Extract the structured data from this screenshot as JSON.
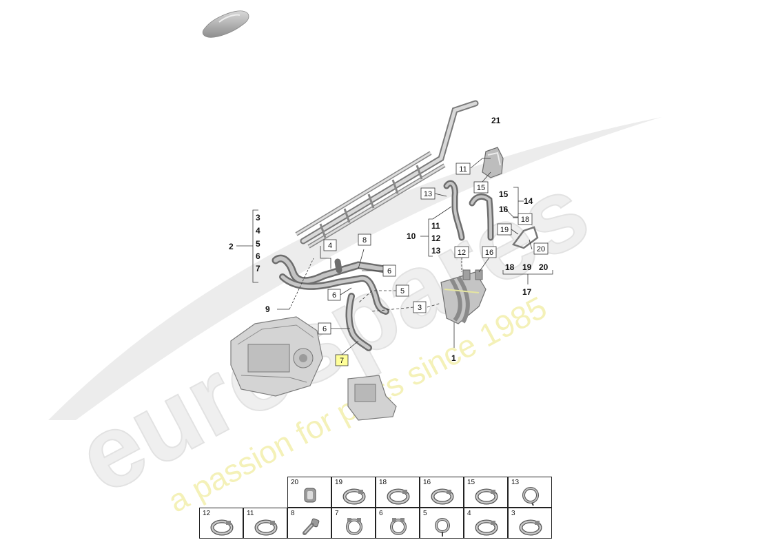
{
  "watermark": {
    "brand": "eurospares",
    "tagline": "a passion for parts since 1985"
  },
  "callouts": {
    "main_1": "1",
    "main_2": "2",
    "main_9": "9",
    "main_10": "10",
    "main_14": "14",
    "main_17": "17",
    "main_21": "21",
    "group_2": [
      "3",
      "4",
      "5",
      "6",
      "7"
    ],
    "group_10": [
      "11",
      "12",
      "13"
    ],
    "group_14": [
      "15",
      "16"
    ],
    "group_17": [
      "18",
      "19",
      "20"
    ]
  },
  "boxes": {
    "b4": "4",
    "b8": "8",
    "b6a": "6",
    "b6b": "6",
    "b5": "5",
    "b3": "3",
    "b6c": "6",
    "b7": "7",
    "b11": "11",
    "b13": "13",
    "b12": "12",
    "b15": "15",
    "b16": "16",
    "b18": "18",
    "b19": "19",
    "b20": "20"
  },
  "parts_table": {
    "row1": [
      {
        "num": "20",
        "icon": "rubber-grommet-icon"
      },
      {
        "num": "19",
        "icon": "hose-clamp-icon"
      },
      {
        "num": "18",
        "icon": "hose-clamp-icon"
      },
      {
        "num": "16",
        "icon": "hose-clamp-icon"
      },
      {
        "num": "15",
        "icon": "hose-clamp-icon"
      },
      {
        "num": "13",
        "icon": "spring-clamp-icon"
      }
    ],
    "row2": [
      {
        "num": "12",
        "icon": "hose-clamp-icon"
      },
      {
        "num": "11",
        "icon": "hose-clamp-icon"
      },
      {
        "num": "8",
        "icon": "bolt-icon"
      },
      {
        "num": "7",
        "icon": "spring-clamp-icon"
      },
      {
        "num": "6",
        "icon": "spring-clamp-icon"
      },
      {
        "num": "5",
        "icon": "spring-clamp-icon"
      },
      {
        "num": "4",
        "icon": "hose-clamp-icon"
      },
      {
        "num": "3",
        "icon": "hose-clamp-icon"
      }
    ]
  },
  "colors": {
    "watermark_gray": "#e4e4e4",
    "watermark_yellow": "#f3f0b0",
    "part_gray": "#9a9a9a",
    "highlight_box": "#ffff99"
  }
}
